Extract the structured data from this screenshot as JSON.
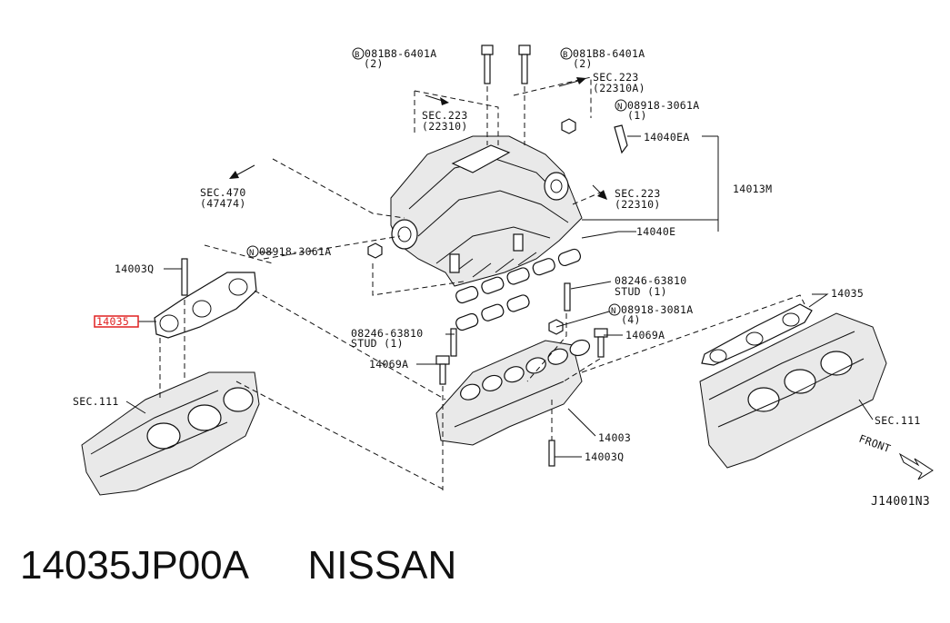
{
  "callouts": {
    "bolt_left_part": "081B8-6401A",
    "bolt_left_qty": "(2)",
    "bolt_right_part": "081B8-6401A",
    "bolt_right_qty": "(2)",
    "sec223_top": "SEC.223",
    "sec223_top_ref": "(22310A)",
    "sec223_left": "SEC.223",
    "sec223_left_ref": "(22310)",
    "nut_top_right": "08918-3061A",
    "nut_top_right_qty": "(1)",
    "p14040EA": "14040EA",
    "sec470": "SEC.470",
    "sec470_ref": "(47474)",
    "sec223_right": "SEC.223",
    "sec223_right_ref": "(22310)",
    "p14013M": "14013M",
    "p14040E": "14040E",
    "nut_left": "08918-3061A",
    "p14003Q_left": "14003Q",
    "p14035_left": "14035",
    "stud_right_part": "08246-63810",
    "stud_right_label": "STUD (1)",
    "nut_mid": "08918-3081A",
    "nut_mid_qty": "(4)",
    "p14035_right": "14035",
    "stud_left_part": "08246-63810",
    "stud_left_label": "STUD (1)",
    "p14069A_left": "14069A",
    "p14069A_right": "14069A",
    "sec111_left": "SEC.111",
    "p14003": "14003",
    "p14003Q_bottom": "14003Q",
    "sec111_right": "SEC.111",
    "front": "FRONT",
    "diagram_id": "J14001N3",
    "circled_B": "B",
    "circled_N": "N"
  },
  "footer": {
    "part_number": "14035JP00A",
    "brand": "NISSAN"
  },
  "highlight_color": "#e02020"
}
